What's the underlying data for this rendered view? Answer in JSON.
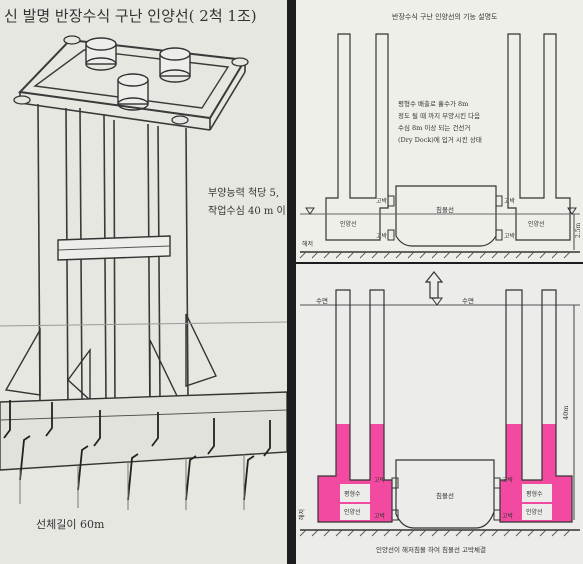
{
  "left_panel": {
    "title": "신 발명 반장수식 구난 인양선( 2척 1조)",
    "spec_line1": "부양능력 척당 5,",
    "spec_line2": "작업수심 40 m 이",
    "length_label": "선체길이 60m"
  },
  "top_right": {
    "title": "반장수식 구난 인양선의 기능 설명도",
    "note_lines": [
      "평형수 배출로 흘수가 8m",
      "정도 될 때 까지 부양시킨 다음",
      "수심 8m 이상 되는 건선거",
      "(Dry Dock)에 입거 시킨 상태"
    ],
    "left_tag": "고박",
    "right_tag": "고박",
    "left_tag2": "고박",
    "right_tag2": "고박",
    "left_ship": "인양선",
    "right_ship": "인양선",
    "sunk_ship": "침몰선",
    "seabed": "해저",
    "depth": "2.5m"
  },
  "bottom_right": {
    "surface_left": "수면",
    "surface_right": "수면",
    "ballast_left": "평형수",
    "ballast_right": "평형수",
    "ship_left": "인양선",
    "ship_right": "인양선",
    "tag_left": "고박",
    "tag_right": "고박",
    "tag_left2": "고박",
    "tag_right2": "고박",
    "sunk_ship": "침몰선",
    "seabed": "해저",
    "depth": "40m",
    "caption": "인양선이 해저침몰 하여 침몰선 고박체결"
  },
  "colors": {
    "ballast": "#f24aa0",
    "paper": "#efefea"
  }
}
